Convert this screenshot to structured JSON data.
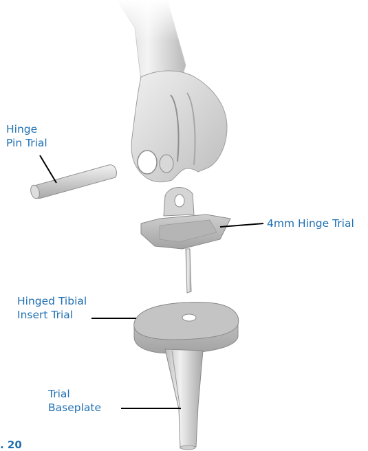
{
  "colors": {
    "label_text": "#1f6fb2",
    "part_light": "#e9e9e9",
    "part_mid": "#c8c8c8",
    "part_dark": "#9a9a9a",
    "leader_line": "#000000"
  },
  "labels": {
    "hinge_pin_trial": [
      "Hinge",
      "Pin Trial"
    ],
    "hinge_trial": [
      "4mm Hinge Trial"
    ],
    "tibial_insert_trial": [
      "Hinged Tibial",
      "Insert Trial"
    ],
    "trial_baseplate": [
      "Trial",
      "Baseplate"
    ]
  },
  "figure_number": ". 20"
}
